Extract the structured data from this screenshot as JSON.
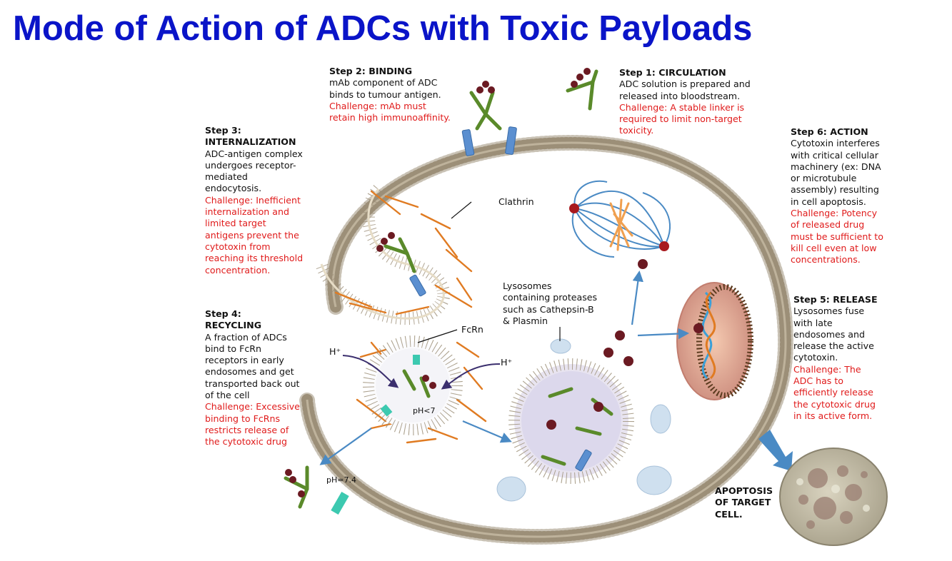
{
  "title": "Mode of Action of ADCs with Toxic Payloads",
  "steps": {
    "circulation": {
      "heading": "Step 1: CIRCULATION",
      "description": [
        "ADC solution is prepared and",
        "released into bloodstream."
      ],
      "challenge": [
        "Challenge: A stable linker is",
        "required to limit non-target",
        "toxicity."
      ]
    },
    "binding": {
      "heading": "Step 2: BINDING",
      "description": [
        "mAb component of ADC",
        "binds to tumour antigen."
      ],
      "challenge": [
        "Challenge: mAb must",
        "retain high immunoaffinity."
      ]
    },
    "internalization": {
      "heading": [
        "Step 3:",
        "INTERNALIZATION"
      ],
      "description": [
        "ADC-antigen complex",
        "undergoes receptor-",
        "mediated",
        "endocytosis."
      ],
      "challenge": [
        "Challenge: Inefficient",
        "internalization and",
        "limited target",
        "antigens prevent the",
        "cytotoxin from",
        "reaching its threshold",
        "concentration."
      ]
    },
    "recycling": {
      "heading": [
        "Step 4:",
        "RECYCLING"
      ],
      "description": [
        "A fraction of ADCs",
        "bind to FcRn",
        "receptors in early",
        "endosomes and get",
        "transported back out",
        "of the cell"
      ],
      "challenge": [
        "Challenge: Excessive",
        "binding to FcRns",
        "restricts release of",
        "the cytotoxic drug"
      ]
    },
    "release": {
      "heading": "Step 5: RELEASE",
      "description": [
        "Lysosomes fuse",
        "with late",
        "endosomes and",
        "release the active",
        "cytotoxin."
      ],
      "challenge": [
        "Challenge: The",
        "ADC has to",
        "efficiently release",
        "the cytotoxic drug",
        "in its active form."
      ]
    },
    "action": {
      "heading": "Step 6: ACTION",
      "description": [
        "Cytotoxin interferes",
        "with critical cellular",
        "machinery (ex: DNA",
        "or microtubule",
        "assembly) resulting",
        "in cell apoptosis."
      ],
      "challenge": [
        "Challenge: Potency",
        "of released drug",
        "must be sufficient to",
        "kill cell even at low",
        "concentrations."
      ]
    }
  },
  "labels": {
    "clathrin": "Clathrin",
    "fcrn": "FcRn",
    "h_plus_left": "H⁺",
    "h_plus_right": "H⁺",
    "ph_inside": "pH<7",
    "ph_outside": "pH=7.4",
    "lysosomes": [
      "Lysosomes",
      "containing proteases",
      "such as Cathepsin-B",
      "& Plasmin"
    ],
    "apoptosis": [
      "APOPTOSIS",
      "OF TARGET",
      "CELL."
    ]
  },
  "colors": {
    "title": "#0a14c8",
    "challenge_text": "#e01b1b",
    "antibody": "#5a8a2a",
    "payload": "#6b1a22",
    "antigen": "#5b8fd0",
    "clathrin": "#e07b22",
    "fcrn": "#3cc9b0",
    "membrane": "#d8c9a8",
    "lysosome": "#cfe0ef",
    "endosome": "#e3e3f0",
    "arrow": "#4a8ac4"
  }
}
